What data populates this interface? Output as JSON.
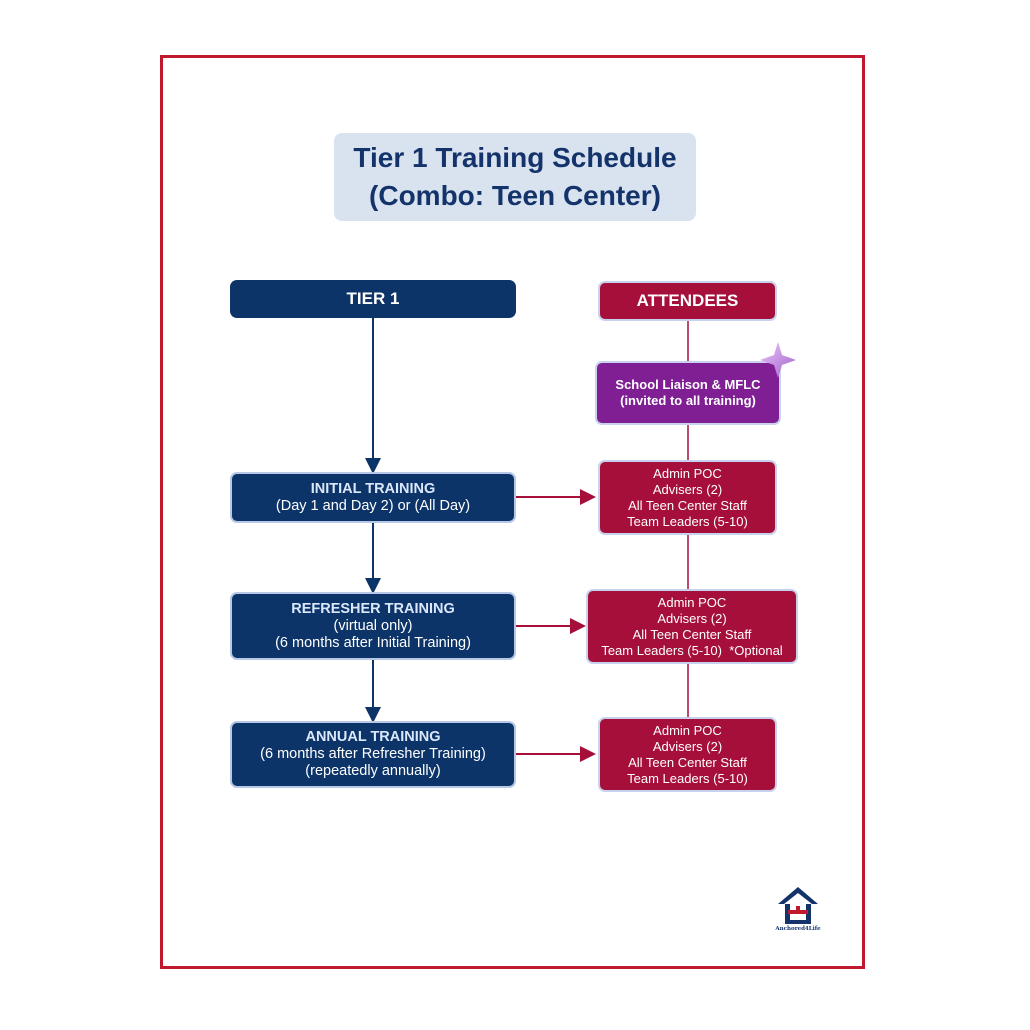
{
  "title": {
    "line1": "Tier 1 Training Schedule",
    "line2": "(Combo: Teen Center)"
  },
  "headers": {
    "tier": "TIER 1",
    "attendees": "ATTENDEES"
  },
  "school_liaison": {
    "line1": "School Liaison & MFLC",
    "line2": "(invited to all training)"
  },
  "trainings": [
    {
      "title": "INITIAL TRAINING",
      "lines": [
        "(Day 1 and Day 2) or (All Day)"
      ],
      "attendees": [
        "Admin POC",
        "Advisers (2)",
        "All Teen Center Staff",
        "Team Leaders (5-10)"
      ]
    },
    {
      "title": "REFRESHER TRAINING",
      "lines": [
        "(virtual only)",
        "(6 months after Initial Training)"
      ],
      "attendees": [
        "Admin POC",
        "Advisers (2)",
        "All Teen Center Staff",
        "Team Leaders (5-10)  *Optional"
      ]
    },
    {
      "title": "ANNUAL TRAINING",
      "lines": [
        "(6 months after Refresher Training)",
        "(repeatedly annually)"
      ],
      "attendees": [
        "Admin POC",
        "Advisers (2)",
        "All Teen Center Staff",
        "Team Leaders (5-10)"
      ]
    }
  ],
  "logo": {
    "text": "Anchored4Life",
    "icon": "house-anchor-icon"
  },
  "colors": {
    "navy": "#0c3468",
    "crimson": "#a50f3a",
    "purple": "#7f1f93",
    "title_bg": "#d9e3f0",
    "frame": "#c0182f"
  }
}
